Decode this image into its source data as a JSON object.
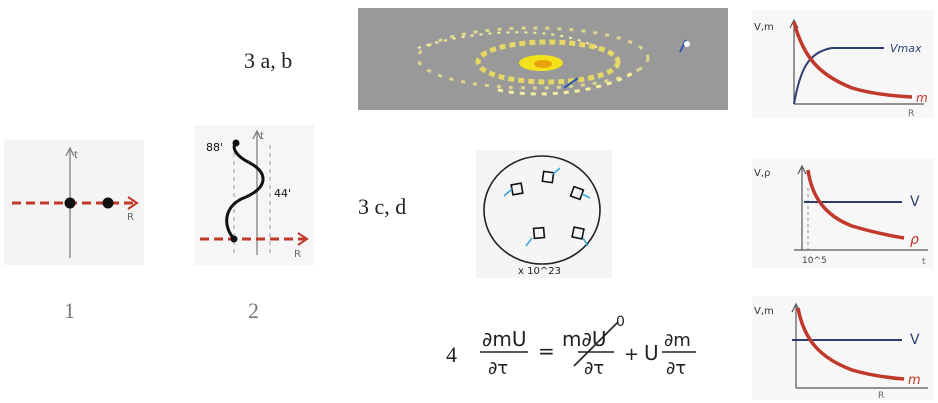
{
  "labels": {
    "fig1_number": "1",
    "fig2_number": "2",
    "fig3ab": "3 a, b",
    "fig3cd": "3 c, d",
    "fig4": "4"
  },
  "fig1": {
    "axis_t": "t",
    "axis_r": "R"
  },
  "fig2": {
    "axis_t": "t",
    "axis_r": "R",
    "top_label": "88'",
    "mid_label": "44'"
  },
  "fig3c": {
    "count_label": "x 10^23"
  },
  "equation": {
    "lhs_num": "∂mU",
    "lhs_den": "∂τ",
    "term1_num": "m∂U",
    "term1_den": "∂τ",
    "zero": "0",
    "term2_coef": "U",
    "term2_num": "∂m",
    "term2_den": "∂τ",
    "equals": "=",
    "plus": "+"
  },
  "graphA": {
    "ylabel": "V,m",
    "curve_top": "Vmax",
    "curve_bottom": "m",
    "xlabel": "R"
  },
  "graphB": {
    "ylabel": "V,ρ",
    "curve_top": "V",
    "curve_bottom": "ρ",
    "xlabel": "t",
    "tick": "10^5"
  },
  "graphC": {
    "ylabel": "V,m",
    "curve_top": "V",
    "curve_bottom": "m",
    "xlabel": "R"
  },
  "colors": {
    "red_dashed": "#c0392b",
    "blue": "#2c3e70",
    "cyan": "#3aa7d6",
    "gray_panel": "#999999",
    "galaxy_yellow": "#f3e35a"
  }
}
